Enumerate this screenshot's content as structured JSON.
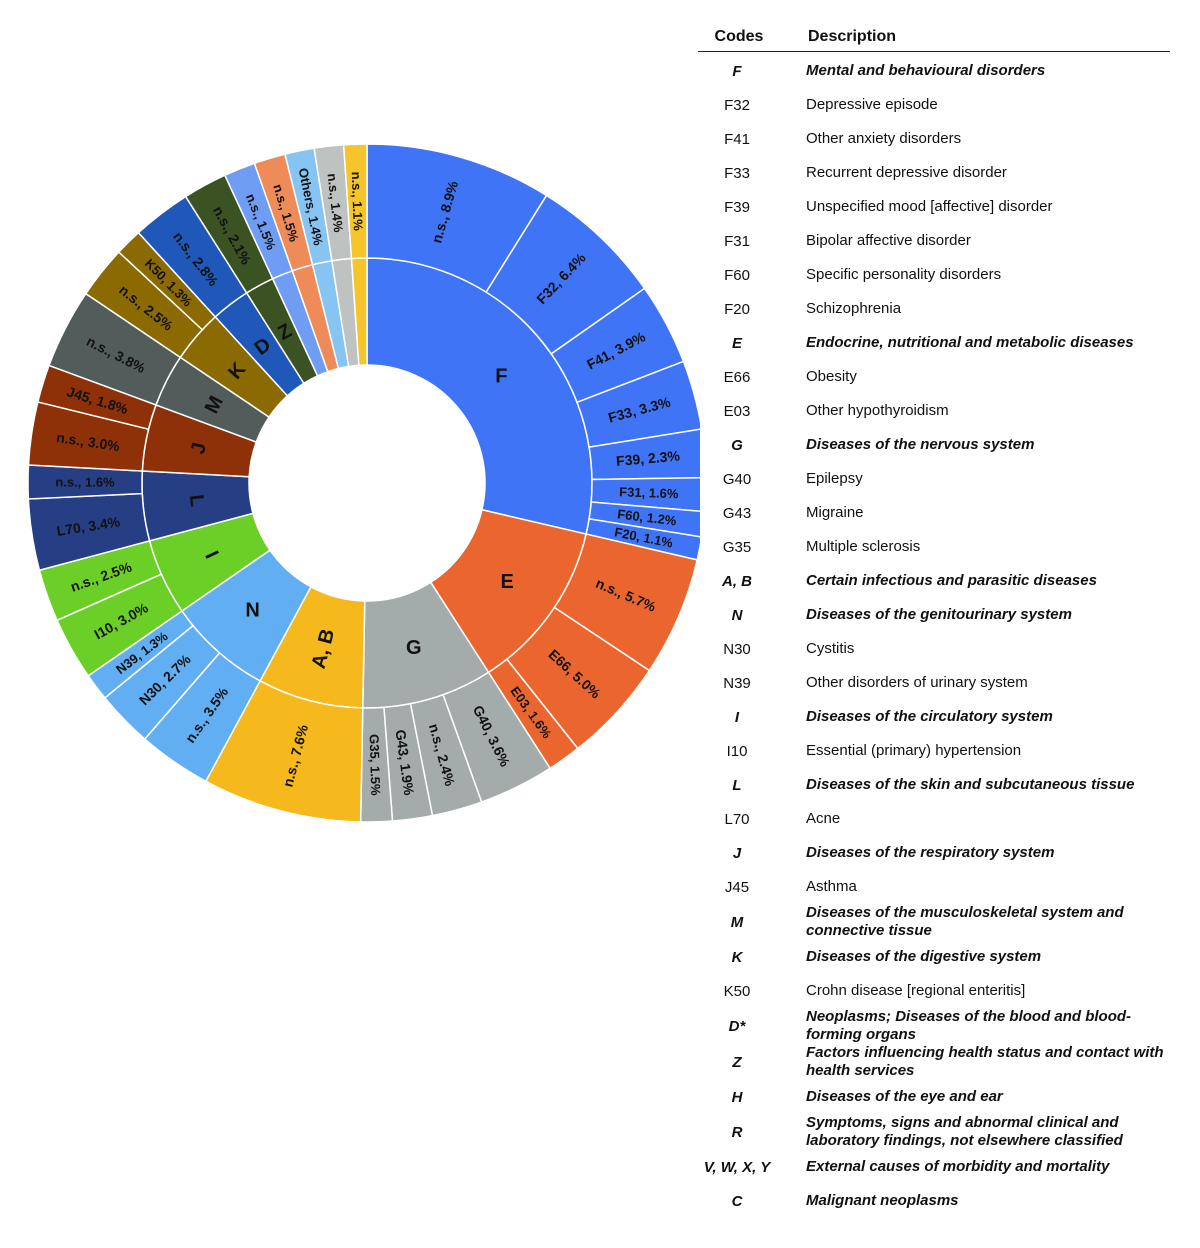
{
  "chart_data": {
    "type": "sunburst",
    "unit": "%",
    "groups": [
      {
        "label": "F",
        "color": "#3f74f6",
        "children": [
          {
            "label": "n.s., 8.9%",
            "value": 8.9
          },
          {
            "label": "F32, 6.4%",
            "value": 6.4
          },
          {
            "label": "F41, 3.9%",
            "value": 3.9
          },
          {
            "label": "F33, 3.3%",
            "value": 3.3
          },
          {
            "label": "F39, 2.3%",
            "value": 2.3
          },
          {
            "label": "F31, 1.6%",
            "value": 1.6
          },
          {
            "label": "F60, 1.2%",
            "value": 1.2
          },
          {
            "label": "F20, 1.1%",
            "value": 1.1
          }
        ]
      },
      {
        "label": "E",
        "color": "#eb662f",
        "children": [
          {
            "label": "n.s., 5.7%",
            "value": 5.7
          },
          {
            "label": "E66, 5.0%",
            "value": 5.0
          },
          {
            "label": "E03, 1.6%",
            "value": 1.6
          }
        ]
      },
      {
        "label": "G",
        "color": "#a4acab",
        "children": [
          {
            "label": "G40, 3.6%",
            "value": 3.6
          },
          {
            "label": "n.s., 2.4%",
            "value": 2.4
          },
          {
            "label": "G43, 1.9%",
            "value": 1.9
          },
          {
            "label": "G35, 1.5%",
            "value": 1.5
          }
        ]
      },
      {
        "label": "A, B",
        "color": "#f5b81d",
        "children": [
          {
            "label": "n.s., 7.6%",
            "value": 7.6
          }
        ]
      },
      {
        "label": "N",
        "color": "#62aef2",
        "children": [
          {
            "label": "n.s., 3.5%",
            "value": 3.5
          },
          {
            "label": "N30, 2.7%",
            "value": 2.7
          },
          {
            "label": "N39, 1.3%",
            "value": 1.3
          }
        ]
      },
      {
        "label": "I",
        "color": "#6ccf28",
        "children": [
          {
            "label": "I10, 3.0%",
            "value": 3.0
          },
          {
            "label": "n.s., 2.5%",
            "value": 2.5
          }
        ]
      },
      {
        "label": "L",
        "color": "#263f84",
        "children": [
          {
            "label": "L70, 3.4%",
            "value": 3.4
          },
          {
            "label": "n.s., 1.6%",
            "value": 1.6
          }
        ]
      },
      {
        "label": "J",
        "color": "#8e3108",
        "children": [
          {
            "label": "n.s., 3.0%",
            "value": 3.0
          },
          {
            "label": "J45, 1.8%",
            "value": 1.8
          }
        ]
      },
      {
        "label": "M",
        "color": "#525d5b",
        "children": [
          {
            "label": "n.s., 3.8%",
            "value": 3.8
          }
        ]
      },
      {
        "label": "K",
        "color": "#8c6a02",
        "children": [
          {
            "label": "n.s., 2.5%",
            "value": 2.5
          },
          {
            "label": "K50, 1.3%",
            "value": 1.3
          }
        ]
      },
      {
        "label": "D",
        "color": "#1f58b8",
        "children": [
          {
            "label": "n.s., 2.8%",
            "value": 2.8
          }
        ]
      },
      {
        "label": "Z",
        "color": "#3b5223",
        "children": [
          {
            "label": "n.s., 2.1%",
            "value": 2.1
          }
        ]
      },
      {
        "label": "",
        "color": "#6e9df3",
        "children": [
          {
            "label": "n.s., 1.5%",
            "value": 1.5
          }
        ]
      },
      {
        "label": "",
        "color": "#ef8b58",
        "children": [
          {
            "label": "n.s., 1.5%",
            "value": 1.5
          }
        ]
      },
      {
        "label": "",
        "color": "#86c5f3",
        "children": [
          {
            "label": "Others, 1.4%",
            "value": 1.4
          }
        ]
      },
      {
        "label": "",
        "color": "#bec3c2",
        "children": [
          {
            "label": "n.s., 1.4%",
            "value": 1.4
          }
        ]
      },
      {
        "label": "",
        "color": "#f5c52a",
        "children": [
          {
            "label": "n.s., 1.1%",
            "value": 1.1
          }
        ]
      }
    ]
  },
  "legend": {
    "header": {
      "codes": "Codes",
      "description": "Description"
    },
    "rows": [
      {
        "code": "F",
        "desc": "Mental and behavioural disorders",
        "chapter": true
      },
      {
        "code": "F32",
        "desc": "Depressive episode"
      },
      {
        "code": "F41",
        "desc": "Other anxiety disorders"
      },
      {
        "code": "F33",
        "desc": "Recurrent depressive disorder"
      },
      {
        "code": "F39",
        "desc": "Unspecified mood [affective] disorder"
      },
      {
        "code": "F31",
        "desc": "Bipolar affective disorder"
      },
      {
        "code": "F60",
        "desc": "Specific personality disorders"
      },
      {
        "code": "F20",
        "desc": "Schizophrenia"
      },
      {
        "code": "E",
        "desc": "Endocrine, nutritional and metabolic diseases",
        "chapter": true
      },
      {
        "code": "E66",
        "desc": "Obesity"
      },
      {
        "code": "E03",
        "desc": "Other hypothyroidism"
      },
      {
        "code": "G",
        "desc": "Diseases of the nervous system",
        "chapter": true
      },
      {
        "code": "G40",
        "desc": "Epilepsy"
      },
      {
        "code": "G43",
        "desc": "Migraine"
      },
      {
        "code": "G35",
        "desc": "Multiple sclerosis"
      },
      {
        "code": "A, B",
        "desc": "Certain infectious and parasitic diseases",
        "chapter": true
      },
      {
        "code": "N",
        "desc": "Diseases of the genitourinary system",
        "chapter": true
      },
      {
        "code": "N30",
        "desc": "Cystitis"
      },
      {
        "code": "N39",
        "desc": "Other disorders of urinary system"
      },
      {
        "code": "I",
        "desc": "Diseases of the circulatory system",
        "chapter": true
      },
      {
        "code": "I10",
        "desc": "Essential (primary) hypertension"
      },
      {
        "code": "L",
        "desc": "Diseases of the skin and subcutaneous tissue",
        "chapter": true
      },
      {
        "code": "L70",
        "desc": "Acne"
      },
      {
        "code": "J",
        "desc": "Diseases of the respiratory system",
        "chapter": true
      },
      {
        "code": "J45",
        "desc": "Asthma"
      },
      {
        "code": "M",
        "desc": "Diseases of the musculoskeletal system and connective tissue",
        "chapter": true,
        "two": true
      },
      {
        "code": "K",
        "desc": "Diseases of the digestive system",
        "chapter": true
      },
      {
        "code": "K50",
        "desc": "Crohn disease [regional enteritis]"
      },
      {
        "code": "D*",
        "desc": "Neoplasms; Diseases of the blood and blood-forming organs",
        "chapter": true,
        "two": true
      },
      {
        "code": "Z",
        "desc": "Factors influencing health status and contact with health services",
        "chapter": true,
        "two": true
      },
      {
        "code": "H",
        "desc": "Diseases of the eye and ear",
        "chapter": true
      },
      {
        "code": "R",
        "desc": "Symptoms, signs and abnormal clinical and laboratory findings, not elsewhere classified",
        "chapter": true,
        "two": true
      },
      {
        "code": "V, W, X, Y",
        "desc": "External causes of morbidity and mortality",
        "chapter": true
      },
      {
        "code": "C",
        "desc": "Malignant neoplasms",
        "chapter": true
      }
    ]
  }
}
